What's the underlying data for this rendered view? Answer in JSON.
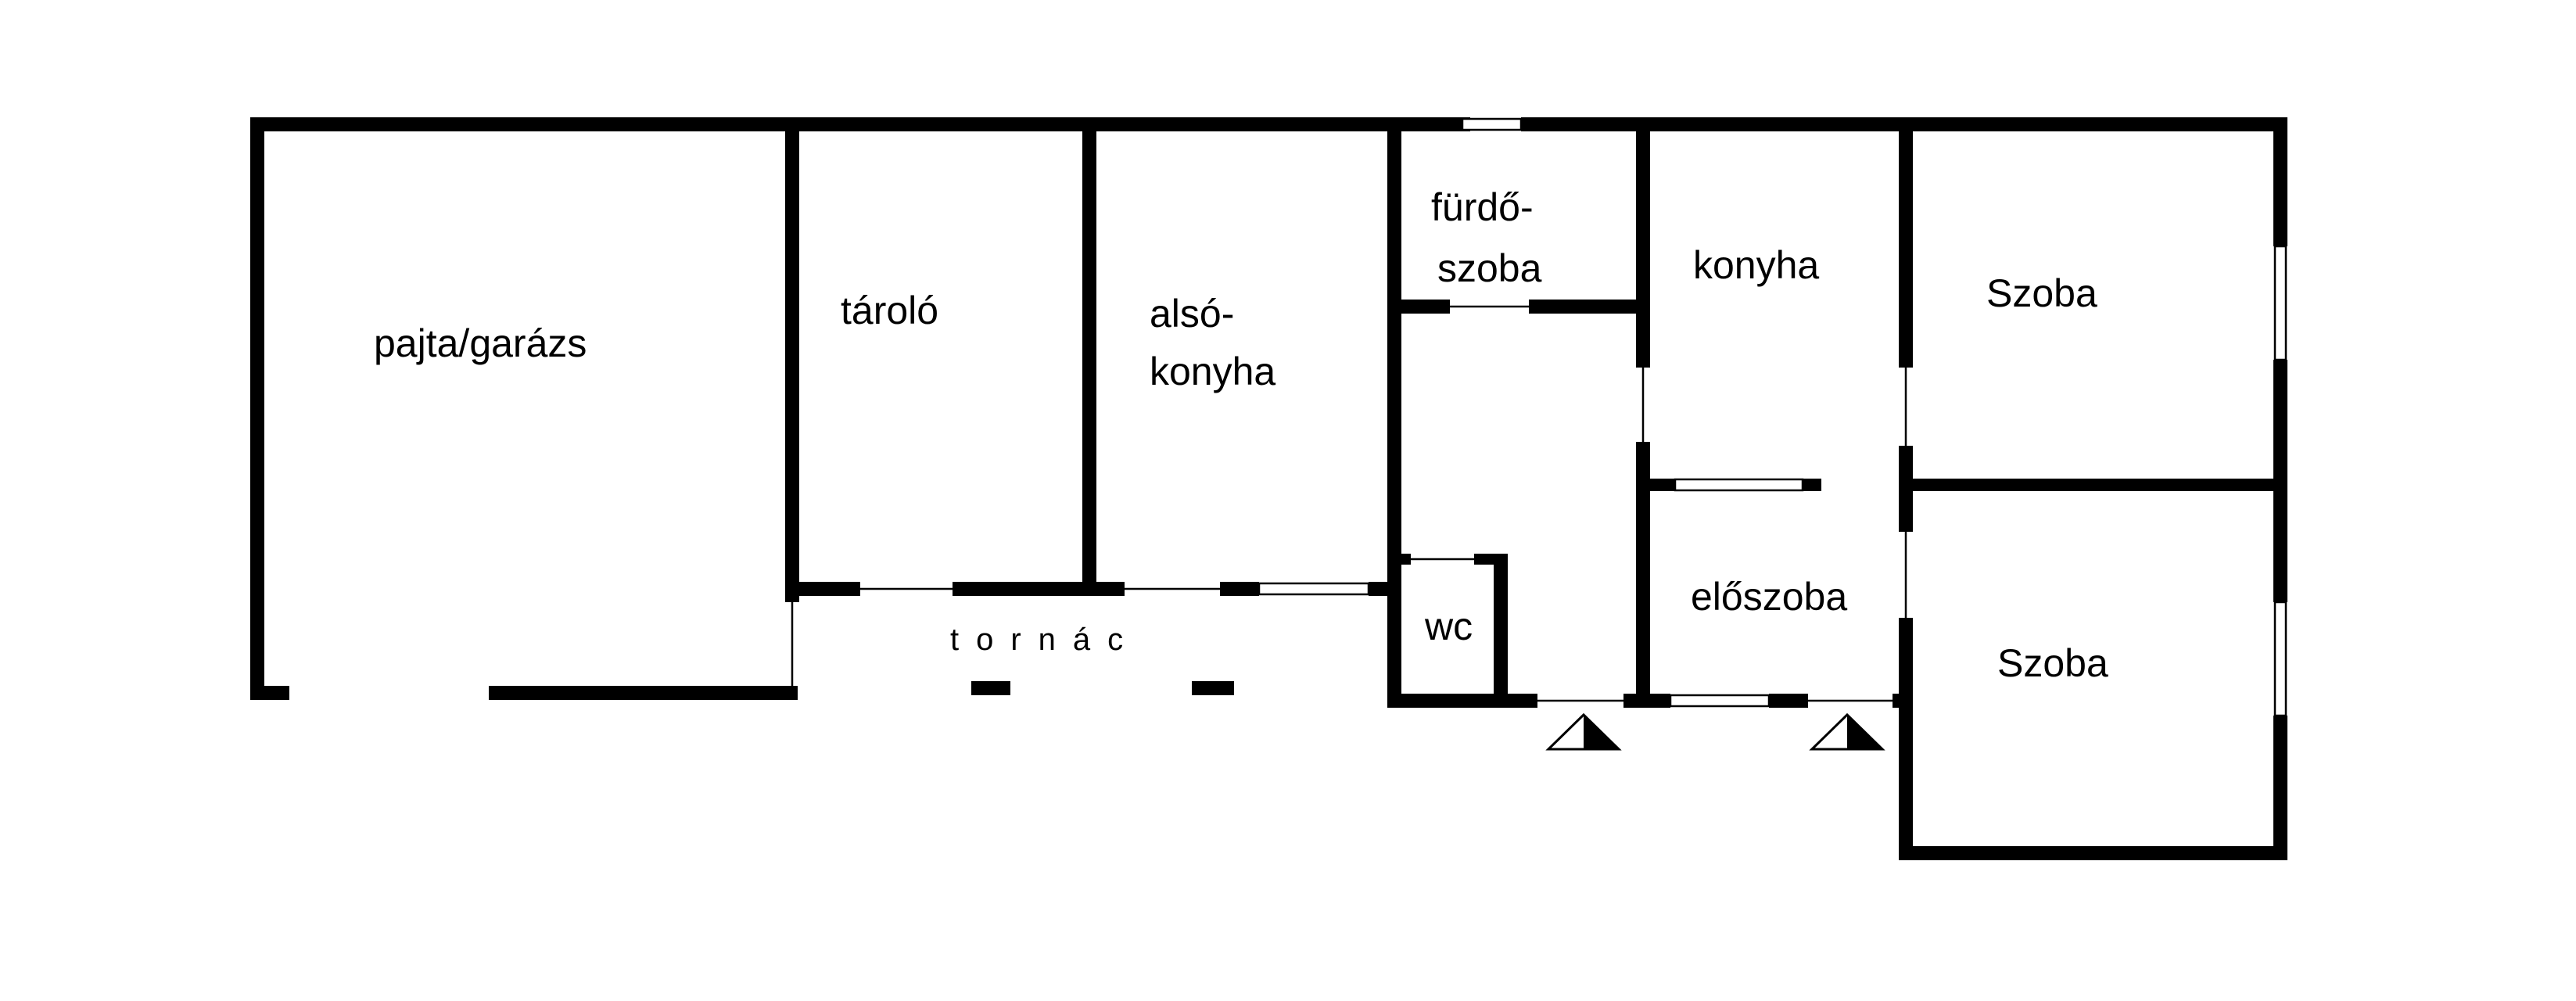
{
  "plan": {
    "rooms": {
      "barn": "pajta/garázs",
      "storage": "tároló",
      "summer_kitchen_line1": "alsó-",
      "summer_kitchen_line2": "konyha",
      "bathroom_line1": "fürdő-",
      "bathroom_line2": "szoba",
      "wc": "wc",
      "kitchen": "konyha",
      "hall": "előszoba",
      "room_top": "Szoba",
      "room_bottom": "Szoba",
      "porch": "tornác"
    },
    "entrances": [
      "entrance-icon",
      "entrance-icon"
    ],
    "colors": {
      "wall": "#000000",
      "background": "#ffffff"
    }
  }
}
